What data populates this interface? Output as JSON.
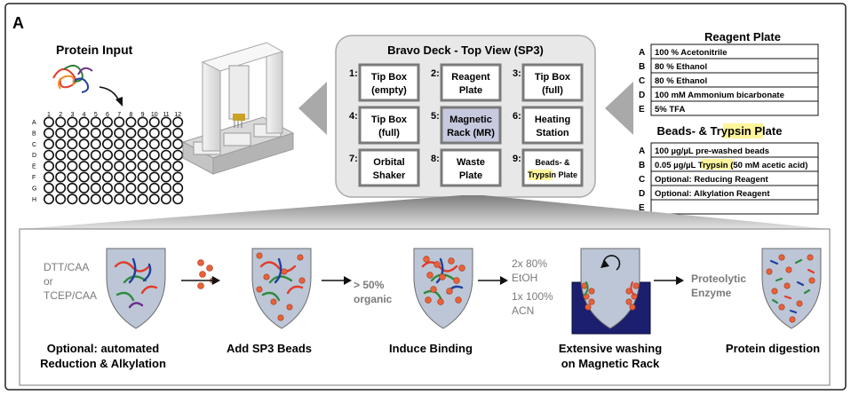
{
  "panel_label": "A",
  "protein_input": {
    "title": "Protein Input",
    "columns": [
      "1",
      "2",
      "3",
      "4",
      "5",
      "6",
      "7",
      "8",
      "9",
      "10",
      "11",
      "12"
    ],
    "rows": [
      "A",
      "B",
      "C",
      "D",
      "E",
      "F",
      "G",
      "H"
    ]
  },
  "deck": {
    "title": "Bravo Deck - Top View (SP3)",
    "slots": [
      {
        "num": "1:",
        "line1": "Tip Box",
        "line2": "(empty)"
      },
      {
        "num": "2:",
        "line1": "Reagent",
        "line2": "Plate"
      },
      {
        "num": "3:",
        "line1": "Tip Box",
        "line2": "(full)"
      },
      {
        "num": "4:",
        "line1": "Tip Box",
        "line2": "(full)"
      },
      {
        "num": "5:",
        "line1": "Magnetic",
        "line2": "Rack (MR)"
      },
      {
        "num": "6:",
        "line1": "Heating",
        "line2": "Station"
      },
      {
        "num": "7:",
        "line1": "Orbital",
        "line2": "Shaker"
      },
      {
        "num": "8:",
        "line1": "Waste",
        "line2": "Plate"
      },
      {
        "num": "9:",
        "line1": "Beads- &",
        "line2": "Trypsin Plate"
      }
    ]
  },
  "reagent_plate": {
    "title": "Reagent Plate",
    "rows": [
      {
        "letter": "A",
        "text": "100 % Acetonitrile"
      },
      {
        "letter": "B",
        "text": "80 % Ethanol"
      },
      {
        "letter": "C",
        "text": "80 % Ethanol"
      },
      {
        "letter": "D",
        "text": "100 mM Ammonium bicarbonate"
      },
      {
        "letter": "E",
        "text": "5% TFA"
      }
    ]
  },
  "beads_plate": {
    "title_pre": "Beads- & ",
    "title_hl": "Trypsin",
    "title_post": " Plate",
    "rows": [
      {
        "letter": "A",
        "pre": "100 µg/µL pre-washed beads",
        "hl": "",
        "post": ""
      },
      {
        "letter": "B",
        "pre": "0.05 µg/µL ",
        "hl": "Trypsin",
        "post": " (50 mM acetic acid)"
      },
      {
        "letter": "C",
        "pre": "Optional: Reducing Reagent",
        "hl": "",
        "post": ""
      },
      {
        "letter": "D",
        "pre": "Optional: Alkylation Reagent",
        "hl": "",
        "post": ""
      },
      {
        "letter": "E",
        "pre": "",
        "hl": "",
        "post": ""
      }
    ]
  },
  "workflow": {
    "left_note": [
      "DTT/CAA",
      "or",
      "TCEP/CAA"
    ],
    "organic_note": [
      "> 50%",
      "organic"
    ],
    "wash_note": [
      "2x 80%",
      "EtOH",
      "1x 100%",
      "ACN"
    ],
    "enzyme_note": [
      "Proteolytic",
      "Enzyme"
    ],
    "steps": [
      {
        "line1": "Optional: automated",
        "line2": "Reduction & Alkylation"
      },
      {
        "line1": "Add SP3 Beads",
        "line2": ""
      },
      {
        "line1": "Induce Binding",
        "line2": ""
      },
      {
        "line1": "Extensive washing",
        "line2": "on Magnetic Rack"
      },
      {
        "line1": "Protein digestion",
        "line2": ""
      }
    ]
  },
  "colors": {
    "tube_fill": "#bcc6d6",
    "deck_bg": "#e8e8e8",
    "slot_border": "#7a7a7a",
    "slot_highlight": "#c7c9de",
    "trypsin_highlight": "#fff59a",
    "bead": "#e8613a",
    "magnet": "#1c1f6e",
    "funnel": "#a9a9a9"
  }
}
